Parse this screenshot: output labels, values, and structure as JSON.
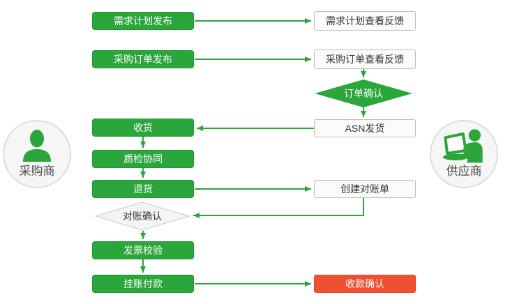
{
  "diagram": {
    "actors": {
      "buyer": {
        "label": "采购商",
        "icon": "buyer-person-icon"
      },
      "supplier": {
        "label": "供应商",
        "icon": "supplier-laptop-person-icon"
      }
    },
    "nodes": {
      "demand_plan_publish": {
        "label": "需求计划发布",
        "style": "green-filled"
      },
      "demand_plan_feedback": {
        "label": "需求计划查看反馈",
        "style": "outlined"
      },
      "po_publish": {
        "label": "采购订单发布",
        "style": "green-filled"
      },
      "po_feedback": {
        "label": "采购订单查看反馈",
        "style": "outlined"
      },
      "order_confirm": {
        "label": "订单确认",
        "style": "green-diamond"
      },
      "asn_ship": {
        "label": "ASN发货",
        "style": "outlined"
      },
      "receive": {
        "label": "收货",
        "style": "green-filled"
      },
      "quality_check": {
        "label": "质检协同",
        "style": "green-filled"
      },
      "return_goods": {
        "label": "退货",
        "style": "green-filled"
      },
      "create_statement": {
        "label": "创建对账单",
        "style": "outlined"
      },
      "statement_confirm": {
        "label": "对账确认",
        "style": "gray-diamond"
      },
      "invoice_verify": {
        "label": "发票校验",
        "style": "green-filled"
      },
      "pay_on_account": {
        "label": "挂账付款",
        "style": "green-filled"
      },
      "receipt_confirm": {
        "label": "收款确认",
        "style": "red-filled"
      }
    },
    "colors": {
      "green": "#2aa63a",
      "red": "#f05032",
      "outline_border": "#bfbfbf",
      "outline_fill": "#fbfbfb",
      "diamond_gray_fill": "#f4f4f4",
      "diamond_gray_border": "#c8c8c8",
      "text_dark": "#333333"
    }
  }
}
